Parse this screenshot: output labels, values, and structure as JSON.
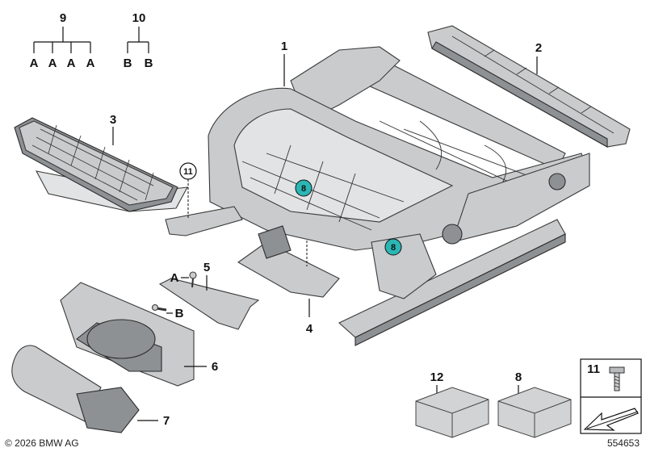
{
  "callouts": {
    "c1": "1",
    "c2": "2",
    "c3": "3",
    "c4": "4",
    "c5": "5",
    "c6": "6",
    "c7": "7",
    "c8": "8",
    "c9": "9",
    "c10": "10",
    "c11": "11",
    "c12": "12"
  },
  "tree9": {
    "root": "9",
    "leaves": [
      "A",
      "A",
      "A",
      "A"
    ]
  },
  "tree10": {
    "root": "10",
    "leaves": [
      "B",
      "B"
    ]
  },
  "screw_labels": {
    "a": "A",
    "b": "B"
  },
  "badges": {
    "b1": "8",
    "b2": "8"
  },
  "ring11": "11",
  "legend_box": {
    "label": "11"
  },
  "footer": {
    "copyright": "© 2026 BMW AG",
    "diagram_number": "554653"
  },
  "colors": {
    "badge": "#2bb6b3",
    "part": "#c9cbcd"
  }
}
